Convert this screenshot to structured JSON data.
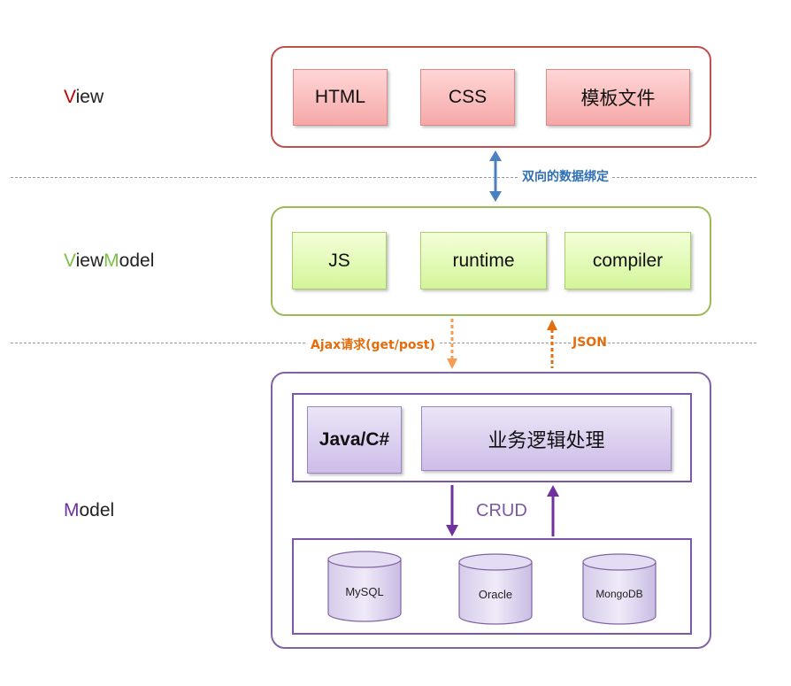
{
  "layers": {
    "view": {
      "first": "V",
      "rest": "iew",
      "first_color": "#c00000"
    },
    "viewmodel": {
      "part1_first": "V",
      "part1_rest": "iew",
      "part2_first": "M",
      "part2_rest": "odel",
      "first_color": "#7ac143"
    },
    "model": {
      "first": "M",
      "rest": "odel",
      "first_color": "#7030a0"
    }
  },
  "view_boxes": [
    "HTML",
    "CSS",
    "模板文件"
  ],
  "viewmodel_boxes": [
    "JS",
    "runtime",
    "compiler"
  ],
  "binding_label": "双向的数据绑定",
  "ajax_label": "Ajax请求(get/post)",
  "json_label": "JSON",
  "model": {
    "lang_box": "Java/C#",
    "logic_box": "业务逻辑处理",
    "crud_label": "CRUD",
    "databases": [
      "MySQL",
      "Oracle",
      "MongoDB"
    ]
  },
  "colors": {
    "view_frame": "#c0504d",
    "viewmodel_frame": "#9bbb59",
    "model_frame": "#8064a2",
    "binding": "#4a7fc1",
    "ajax": "#f59d56",
    "json": "#e46c0a",
    "crud": "#7030a0"
  }
}
